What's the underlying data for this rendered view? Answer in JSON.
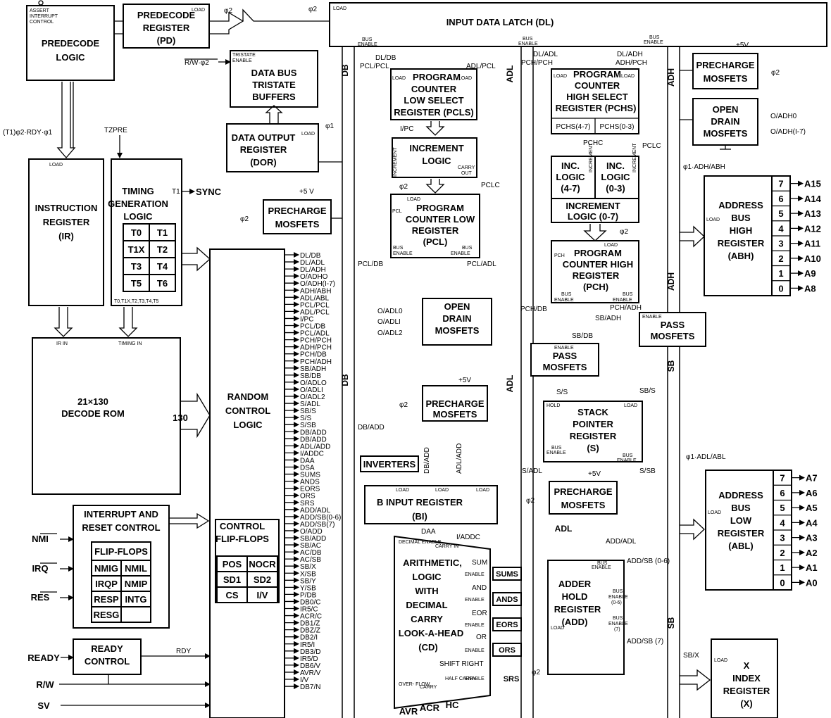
{
  "blocks": {
    "predecode_logic": "PREDECODE LOGIC",
    "assert_interrupt": "ASSERT INTERRUPT CONTROL",
    "predecode_register": "PREDECODE REGISTER (PD)",
    "input_data_latch": "INPUT DATA LATCH (DL)",
    "data_bus_tristate": "DATA BUS TRISTATE BUFFERS",
    "data_output_register": "DATA OUTPUT REGISTER (DOR)",
    "precharge_mosfets": "PRECHARGE MOSFETS",
    "open_drain_mosfets": "OPEN DRAIN MOSFETS",
    "pass_mosfets": "PASS MOSFETS",
    "pcls": "PROGRAM COUNTER LOW SELECT REGISTER (PCLS)",
    "pchs": "PROGRAM COUNTER HIGH SELECT REGISTER (PCHS)",
    "increment_logic": "INCREMENT LOGIC",
    "inc_logic_47": "INC. LOGIC (4-7)",
    "inc_logic_03": "INC. LOGIC (0-3)",
    "increment_logic_07": "INCREMENT LOGIC (0-7)",
    "pcl": "PROGRAM COUNTER LOW REGISTER (PCL)",
    "pch": "PROGRAM COUNTER HIGH REGISTER (PCH)",
    "instruction_register": "INSTRUCTION REGISTER (IR)",
    "timing_generation": "TIMING GENERATION LOGIC",
    "decode_rom": "21×130 DECODE ROM",
    "random_control": "RANDOM CONTROL LOGIC",
    "control_flipflops": "CONTROL FLIP-FLOPS",
    "interrupt_reset": "INTERRUPT AND RESET CONTROL",
    "flip_flops": "FLIP-FLOPS",
    "ready_control": "READY CONTROL",
    "stack_pointer": "STACK POINTER REGISTER (S)",
    "b_input_register": "B INPUT REGISTER (BI)",
    "inverters": "INVERTERS",
    "alu": "ARITHMETIC, LOGIC WITH DECIMAL CARRY LOOK-A-HEAD (CD)",
    "adder_hold": "ADDER HOLD REGISTER (ADD)",
    "abh": "ADDRESS BUS HIGH REGISTER (ABH)",
    "abl": "ADDRESS BUS LOW REGISTER (ABL)",
    "x_index": "X INDEX REGISTER (X)"
  },
  "labels": {
    "load": "LOAD",
    "phi2": "φ2",
    "phi1": "φ1",
    "rw_phi2": "R/W·φ2",
    "tristate_enable": "TRISTATE ENABLE",
    "bus_enable": "BUS ENABLE",
    "t1_phi2_rdy_phi1": "(T1)φ2·RDY·φ1",
    "tzpre": "TZPRE",
    "t1_sync": "T1",
    "sync": "SYNC",
    "plus5v": "+5V",
    "plus5v_spaced": "+5 V",
    "ir_in": "IR IN",
    "timing_in": "TIMING IN",
    "bus_count": "130",
    "nmi": "NMI",
    "irq": "IRQ",
    "res": "RES",
    "ready": "READY",
    "rw": "R/W",
    "sv": "SV",
    "rdy": "RDY",
    "db": "DB",
    "adl": "ADL",
    "adh": "ADH",
    "sb": "SB",
    "dl_db": "DL/DB",
    "dl_adl": "DL/ADL",
    "dl_adh": "DL/ADH",
    "pcl_pcl": "PCL/PCL",
    "adl_pcl": "ADL/PCL",
    "pch_pch": "PCH/PCH",
    "adh_pch": "ADH/PCH",
    "i_pc": "I/PC",
    "pclc": "PCLC",
    "pchc": "PCHC",
    "pcl_tag": "PCL",
    "pch_tag": "PCH",
    "pchs_47": "PCHS(4-7)",
    "pchs_03": "PCHS(0-3)",
    "increment": "INCREMENT",
    "carry_out": "CARRY OUT",
    "pcl_db": "PCL/DB",
    "pcl_adl": "PCL/ADL",
    "pch_db": "PCH/DB",
    "pch_adh": "PCH/ADH",
    "o_adh0": "O/ADH0",
    "o_adh17": "O/ADH(I-7)",
    "phi1_adh_abh": "φ1·ADH/ABH",
    "phi1_adl_abl": "φ1·ADL/ABL",
    "o_adl0": "O/ADL0",
    "o_adl1": "O/ADLI",
    "o_adl2": "O/ADL2",
    "sb_adh": "SB/ADH",
    "sb_db": "SB/DB",
    "enable": "ENABLE",
    "s_s": "S/S",
    "sb_s": "SB/S",
    "hold": "HOLD",
    "s_adl": "S/ADL",
    "s_sb": "S/SB",
    "db_add_bar": "DB/ADD",
    "db_add": "DB/ADD",
    "adl_add": "ADL/ADD",
    "daa": "DAA",
    "i_addc": "I/ADDC",
    "decimal_enable": "DECIMAL ENABLE",
    "carry_in": "CARRY IN",
    "sum": "SUM",
    "and": "AND",
    "eor": "EOR",
    "or": "OR",
    "shift_right": "SHIFT RIGHT",
    "sums": "SUMS",
    "ands": "ANDS",
    "eors": "EORS",
    "ors": "ORS",
    "srs": "SRS",
    "overflow": "OVER- FLOW",
    "carry": "CARRY",
    "half_carry": "HALF CARRY",
    "avr": "AVR",
    "acr": "ACR",
    "hc": "HC",
    "add_adl": "ADD/ADL",
    "add_sb06": "ADD/SB (0-6)",
    "add_sb7": "ADD/SB (7)",
    "bus_enable_06": "BUS ENABLE (0-6)",
    "bus_enable_7": "BUS ENABLE (7)",
    "sb_x": "SB/X",
    "t_outputs": "T0,T1X,T2,T3,T4,T5"
  },
  "timing_states": [
    "T0",
    "T1",
    "T1X",
    "T2",
    "T3",
    "T4",
    "T5",
    "T6"
  ],
  "flipflops": [
    "POS",
    "NOCR",
    "SD1",
    "SD2",
    "CS",
    "I/V"
  ],
  "interrupt_flipflops": [
    "NMIG",
    "NMIL",
    "IRQP",
    "NMIP",
    "RESP",
    "INTG",
    "RESG",
    ""
  ],
  "address_high_bits": [
    "7",
    "6",
    "5",
    "4",
    "3",
    "2",
    "1",
    "0"
  ],
  "address_high_pins": [
    "A15",
    "A14",
    "A13",
    "A12",
    "A11",
    "A10",
    "A9",
    "A8"
  ],
  "address_low_bits": [
    "7",
    "6",
    "5",
    "4",
    "3",
    "2",
    "1",
    "0"
  ],
  "address_low_pins": [
    "A7",
    "A6",
    "A5",
    "A4",
    "A3",
    "A2",
    "A1",
    "A0"
  ],
  "control_signals": [
    "DL/DB",
    "DL/ADL",
    "DL/ADH",
    "O/ADHO",
    "O/ADH(I-7)",
    "ADH/ABH",
    "ADL/ABL",
    "PCL/PCL",
    "ADL/PCL",
    "I/PC",
    "PCL/DB",
    "PCL/ADL",
    "PCH/PCH",
    "ADH/PCH",
    "PCH/DB",
    "PCH/ADH",
    "SB/ADH",
    "SB/DB",
    "O/ADLO",
    "O/ADLI",
    "O/ADL2",
    "S/ADL",
    "SB/S",
    "S/S",
    "S/SB",
    "DB/ADD",
    "DB/ADD",
    "ADL/ADD",
    "I/ADDC",
    "DAA",
    "DSA",
    "SUMS",
    "ANDS",
    "EORS",
    "ORS",
    "SRS",
    "ADD/ADL",
    "ADD/SB(0-6)",
    "ADD/SB(7)",
    "O/ADD",
    "SB/ADD",
    "SB/AC",
    "AC/DB",
    "AC/SB",
    "SB/X",
    "X/SB",
    "SB/Y",
    "Y/SB",
    "P/DB",
    "DB0/C",
    "IR5/C",
    "ACR/C",
    "DB1/Z",
    "DBZ/Z",
    "DB2/I",
    "IR5/I",
    "DB3/D",
    "IR5/D",
    "DB6/V",
    "AVR/V",
    "I/V",
    "DB7/N"
  ]
}
